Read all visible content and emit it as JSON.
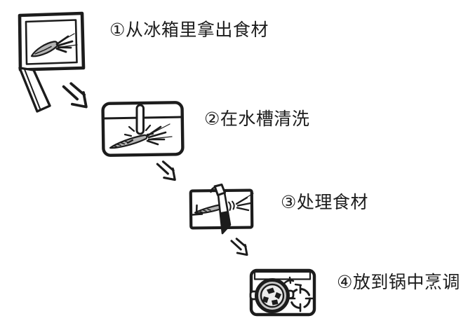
{
  "diagram": {
    "steps": [
      {
        "label": "①从冰箱里拿出食材",
        "icon": "fridge-icon"
      },
      {
        "label": "②在水槽清洗",
        "icon": "sink-icon"
      },
      {
        "label": "③处理食材",
        "icon": "cutting-board-icon"
      },
      {
        "label": "④放到锅中烹调",
        "icon": "stove-pot-icon"
      }
    ],
    "connector_icon": "arrow-down-right-icon"
  },
  "colors": {
    "ink": "#1c1c1c",
    "background": "#ffffff",
    "vegetable_fill": "#b4b4b4",
    "pot_fill": "#c9c9c9"
  }
}
